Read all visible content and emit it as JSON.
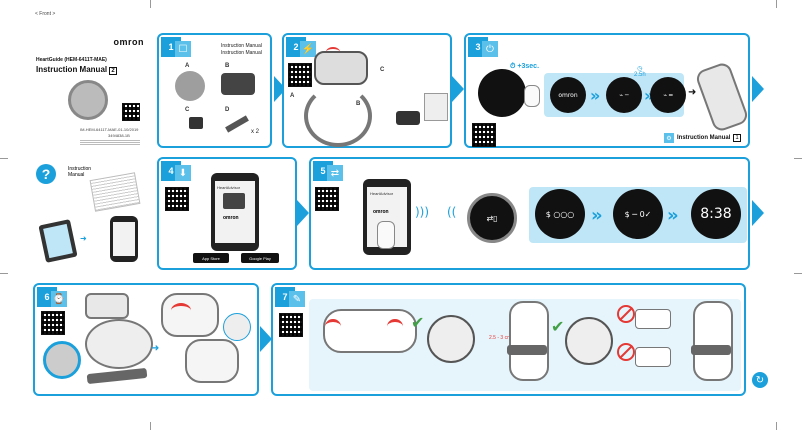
{
  "cover": {
    "front_marker": "< Front >",
    "brand": "omron",
    "model": "HeartGuide (HEM-6411T-MAE)",
    "doc_title": "Instruction Manual",
    "doc_part": "2",
    "part_numbers": "IM-HEM-6411T-MAE-01-10/2019",
    "code": "3494838-1B"
  },
  "help": {
    "icon": "?",
    "manual_label": "Instruction Manual"
  },
  "step1": {
    "number": "1",
    "manual_line1": "Instruction Manual",
    "manual_line2": "Instruction Manual",
    "letters": [
      "A",
      "B",
      "C",
      "D"
    ],
    "quantity": "x 2"
  },
  "step2": {
    "number": "2",
    "letters": [
      "A",
      "B",
      "C"
    ]
  },
  "step3": {
    "number": "3",
    "timer": "+3sec.",
    "charge_time": "2.5h",
    "brand_on_dial": "omron",
    "manual_ref": "Instruction Manual",
    "manual_num": "1"
  },
  "step4": {
    "number": "4",
    "app_name": "HeartAdvisor",
    "brand": "omron",
    "store1": "App Store",
    "store2": "Google Play"
  },
  "step5": {
    "number": "5",
    "app_name": "HeartAdvisor",
    "brand": "omron",
    "time": "8:38"
  },
  "step6": {
    "number": "6"
  },
  "step7": {
    "number": "7",
    "distance": "2.5 - 3 cm"
  },
  "colors": {
    "accent": "#1ba0dc",
    "ok": "#43a047",
    "bad": "#e53935"
  }
}
